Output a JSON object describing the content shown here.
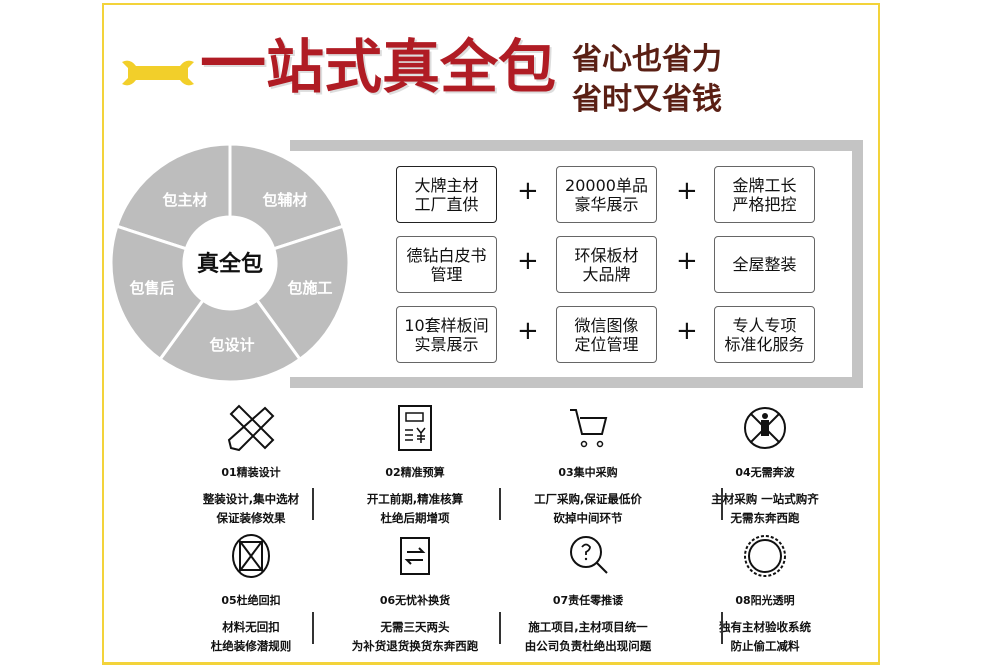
{
  "header": {
    "title_first": "一",
    "title_rest": "站式真全包",
    "slogan": [
      "省心也省力",
      "省时又省钱"
    ]
  },
  "wheel": {
    "center": "真全包",
    "segments": [
      "包主材",
      "包辅材",
      "包施工",
      "包设计",
      "包售后"
    ],
    "color": "#bdbdbd"
  },
  "grid": [
    [
      "大牌主材\n工厂直供",
      "20000单品\n豪华展示",
      "金牌工长\n严格把控"
    ],
    [
      "德钻白皮书\n管理",
      "环保板材\n大品牌",
      "全屋整装"
    ],
    [
      "10套样板间\n实景展示",
      "微信图像\n定位管理",
      "专人专项\n标准化服务"
    ]
  ],
  "plus": "+",
  "features": [
    {
      "icon": "ruler-pencil-icon",
      "title": "01精装设计",
      "lines": [
        "整装设计,集中选材",
        "保证装修效果"
      ]
    },
    {
      "icon": "budget-sheet-icon",
      "title": "02精准预算",
      "lines": [
        "开工前期,精准核算",
        "杜绝后期增项"
      ]
    },
    {
      "icon": "shopping-cart-icon",
      "title": "03集中采购",
      "lines": [
        "工厂采购,保证最低价",
        "砍掉中间环节"
      ]
    },
    {
      "icon": "no-running-icon",
      "title": "04无需奔波",
      "lines": [
        "主材采购 一站式购齐",
        "无需东奔西跑"
      ]
    },
    {
      "icon": "no-kickback-icon",
      "title": "05杜绝回扣",
      "lines": [
        "材料无回扣",
        "杜绝装修潜规则"
      ]
    },
    {
      "icon": "exchange-icon",
      "title": "06无忧补换货",
      "lines": [
        "无需三天两头",
        "为补货退货换货东奔西跑"
      ]
    },
    {
      "icon": "question-search-icon",
      "title": "07责任零推诿",
      "lines": [
        "施工项目,主材项目统一",
        "由公司负责杜绝出现问题"
      ]
    },
    {
      "icon": "ring-icon",
      "title": "08阳光透明",
      "lines": [
        "独有主材验收系统",
        "防止偷工减料"
      ]
    }
  ],
  "colors": {
    "accent": "#b01c24",
    "border": "#f3d33a",
    "slogan": "#5a1f14"
  }
}
